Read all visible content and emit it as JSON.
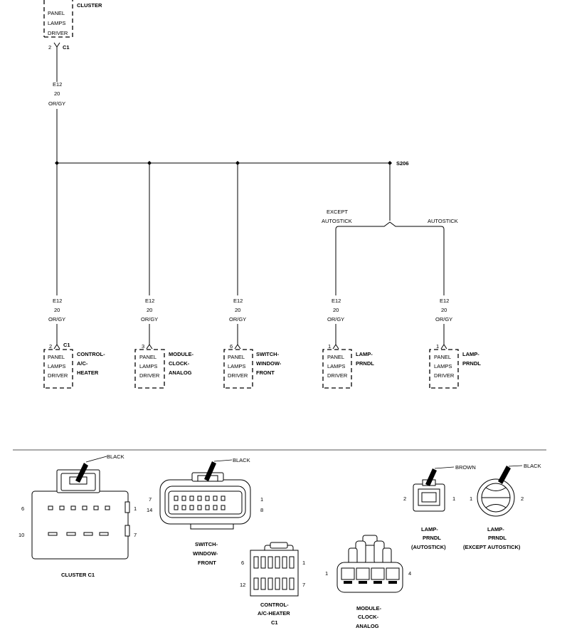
{
  "source": {
    "component": "CLUSTER",
    "driver": [
      "PANEL",
      "LAMPS",
      "DRIVER"
    ],
    "pin": "2",
    "connector": "C1"
  },
  "main_wire": {
    "circuit": "E12",
    "gauge": "20",
    "color": "OR/GY"
  },
  "splice": "S206",
  "branch_labels": {
    "except": [
      "EXCEPT",
      "AUTOSTICK"
    ],
    "autostick": "AUTOSTICK"
  },
  "loads": [
    {
      "pin": "2",
      "connector": "C1",
      "name": [
        "CONTROL-",
        "A/C-",
        "HEATER"
      ],
      "circuit": "E12",
      "gauge": "20",
      "color": "OR/GY",
      "driver": [
        "PANEL",
        "LAMPS",
        "DRIVER"
      ]
    },
    {
      "pin": "3",
      "connector": "",
      "name": [
        "MODULE-",
        "CLOCK-",
        "ANALOG"
      ],
      "circuit": "E12",
      "gauge": "20",
      "color": "OR/GY",
      "driver": [
        "PANEL",
        "LAMPS",
        "DRIVER"
      ]
    },
    {
      "pin": "6",
      "connector": "",
      "name": [
        "SWITCH-",
        "WINDOW-",
        "FRONT"
      ],
      "circuit": "E12",
      "gauge": "20",
      "color": "OR/GY",
      "driver": [
        "PANEL",
        "LAMPS",
        "DRIVER"
      ]
    },
    {
      "pin": "1",
      "connector": "",
      "name": [
        "LAMP-",
        "PRNDL"
      ],
      "circuit": "E12",
      "gauge": "20",
      "color": "OR/GY",
      "driver": [
        "PANEL",
        "LAMPS",
        "DRIVER"
      ]
    },
    {
      "pin": "1",
      "connector": "",
      "name": [
        "LAMP-",
        "PRNDL"
      ],
      "circuit": "E12",
      "gauge": "20",
      "color": "OR/GY",
      "driver": [
        "PANEL",
        "LAMPS",
        "DRIVER"
      ]
    }
  ],
  "connector_views": {
    "cluster": {
      "color": "BLACK",
      "pins_tl": "6",
      "pins_tr": "1",
      "pins_bl": "10",
      "pins_br": "7",
      "label": "CLUSTER C1"
    },
    "switch_window": {
      "color": "BLACK",
      "p7": "7",
      "p14": "14",
      "p1": "1",
      "p8": "8",
      "label": [
        "SWITCH-",
        "WINDOW-",
        "FRONT"
      ]
    },
    "control_ac": {
      "p6": "6",
      "p1": "1",
      "p12": "12",
      "p7": "7",
      "label": [
        "CONTROL-",
        "A/C-HEATER",
        "C1"
      ]
    },
    "module_clock": {
      "p1": "1",
      "p4": "4",
      "label": [
        "MODULE-",
        "CLOCK-",
        "ANALOG"
      ]
    },
    "lamp_autostick": {
      "color": "BROWN",
      "p2": "2",
      "p1": "1",
      "label": [
        "LAMP-",
        "PRNDL",
        "(AUTOSTICK)"
      ]
    },
    "lamp_except": {
      "color": "BLACK",
      "p1": "1",
      "p2": "2",
      "label": [
        "LAMP-",
        "PRNDL",
        "(EXCEPT AUTOSTICK)"
      ]
    }
  }
}
